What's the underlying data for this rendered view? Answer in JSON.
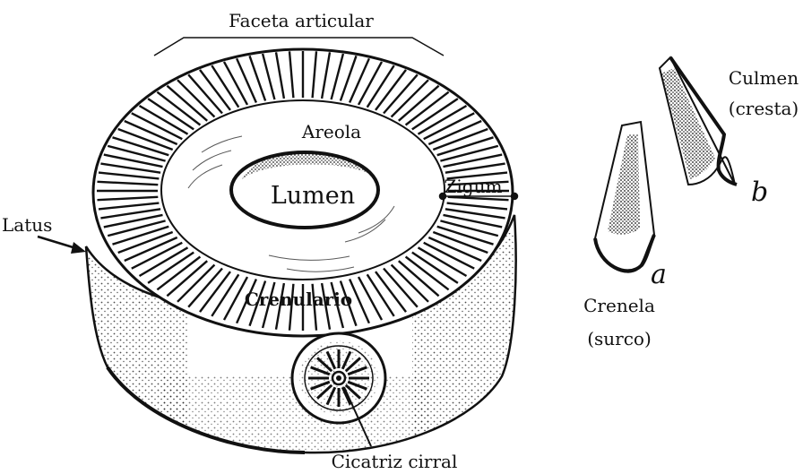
{
  "labels": {
    "faceta": "Faceta articular",
    "areola": "Areola",
    "lumen": "Lumen",
    "zigum": "Zigum",
    "latus": "Latus",
    "crenulario": "Crenulario",
    "cicatriz": "Cicatriz cirral",
    "culmen": "Culmen",
    "culmen_sub": "(cresta)",
    "crenela": "Crenela",
    "crenela_sub": "(surco)",
    "fig_a": "a",
    "fig_b": "b"
  },
  "icons": {
    "columnal": "crinoid-columnal-drawing",
    "crenella_a": "crenella-section-drawing",
    "culmen_b": "culmen-section-drawing"
  },
  "colors": {
    "ink": "#111111",
    "paper": "#ffffff"
  }
}
